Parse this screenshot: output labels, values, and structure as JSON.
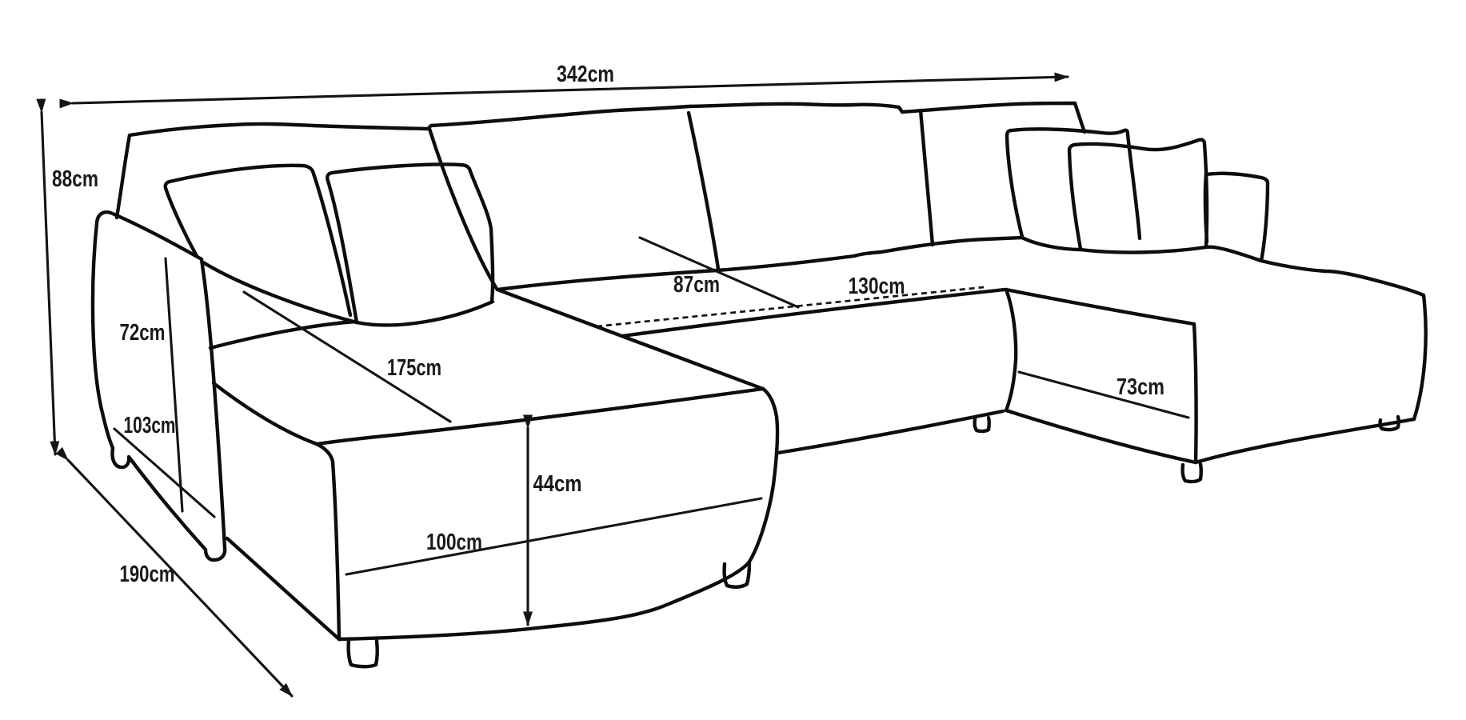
{
  "document": {
    "kind": "furniture dimension diagram",
    "subject": "U-shaped sectional sofa line drawing with measurement annotations",
    "background_color": "#ffffff",
    "line_color": "#0d0d0d",
    "label_color": "#1a1a1a"
  },
  "dimensions": {
    "total_width": {
      "label": "342cm",
      "annotation": "double-headed arrow across the top, full sofa width"
    },
    "total_height": {
      "label": "88cm",
      "annotation": "double-headed vertical arrow at the left, sofa height"
    },
    "depth": {
      "label": "190cm",
      "annotation": "double-headed diagonal arrow at lower left, chaise depth"
    },
    "arm_height": {
      "label": "72cm",
      "annotation": "line on the left armrest"
    },
    "arm_length": {
      "label": "103cm",
      "annotation": "diagonal line along lower left armrest"
    },
    "chaise_length": {
      "label": "175cm",
      "annotation": "diagonal line across the left chaise seat"
    },
    "seat_depth": {
      "label": "87cm",
      "annotation": "diagonal line across middle backrest and seat"
    },
    "sleep_width": {
      "label": "130cm",
      "annotation": "dashed line along the middle seat"
    },
    "seat_height": {
      "label": "44cm",
      "annotation": "double-headed vertical arrow on chaise front face"
    },
    "chaise_width": {
      "label": "100cm",
      "annotation": "line along the chaise front face"
    },
    "right_chaise": {
      "label": "73cm",
      "annotation": "line on the right chaise front face"
    }
  }
}
